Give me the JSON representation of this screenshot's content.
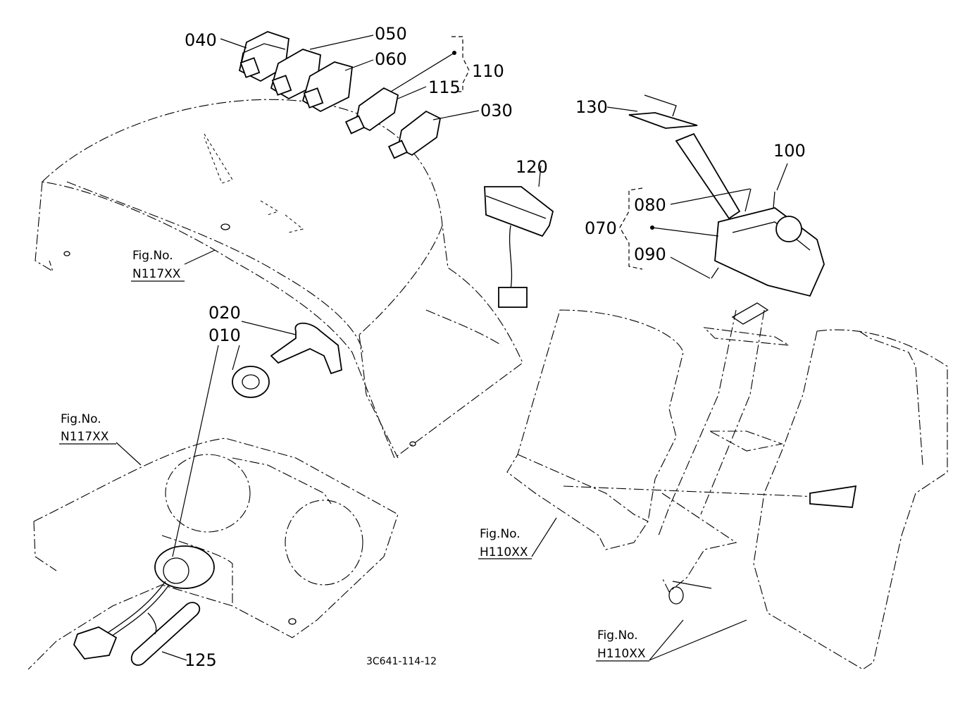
{
  "diagram_code": "3C641-114-12",
  "parts": [
    {
      "id": "p040",
      "label": "040"
    },
    {
      "id": "p050",
      "label": "050"
    },
    {
      "id": "p060",
      "label": "060"
    },
    {
      "id": "p110",
      "label": "110"
    },
    {
      "id": "p115",
      "label": "115"
    },
    {
      "id": "p030",
      "label": "030"
    },
    {
      "id": "p120",
      "label": "120"
    },
    {
      "id": "p130",
      "label": "130"
    },
    {
      "id": "p100",
      "label": "100"
    },
    {
      "id": "p080",
      "label": "080"
    },
    {
      "id": "p070",
      "label": "070"
    },
    {
      "id": "p090",
      "label": "090"
    },
    {
      "id": "p020",
      "label": "020"
    },
    {
      "id": "p010",
      "label": "010"
    },
    {
      "id": "p125",
      "label": "125"
    }
  ],
  "figure_refs": [
    {
      "id": "ref1",
      "title": "Fig.No.",
      "number": "N117XX"
    },
    {
      "id": "ref2",
      "title": "Fig.No.",
      "number": "N117XX"
    },
    {
      "id": "ref3",
      "title": "Fig.No.",
      "number": "H110XX"
    },
    {
      "id": "ref4",
      "title": "Fig.No.",
      "number": "H110XX"
    }
  ]
}
